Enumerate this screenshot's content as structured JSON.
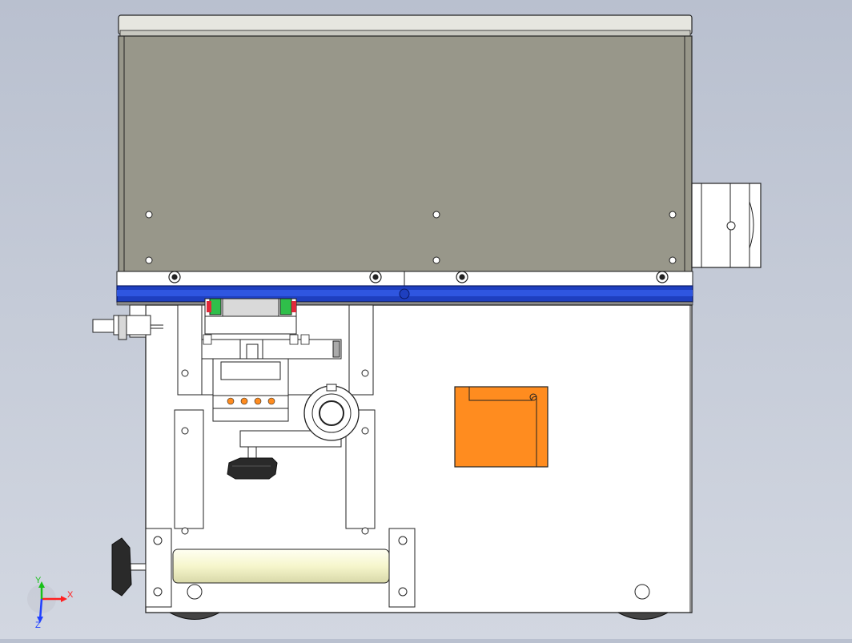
{
  "viewport": {
    "background_top": "#b9c0cf",
    "background_bottom": "#d2d7e1"
  },
  "colors": {
    "cover": "#98978a",
    "frame_white": "#ffffff",
    "rail_blue": "#1e3fbf",
    "orange_block": "#ff8c1f",
    "roller": "#fbfbdc",
    "black_knob": "#2a2a2a",
    "line": "#222222",
    "rail_green": "#2fbf4a",
    "rail_red": "#e0283a"
  },
  "triad": {
    "x_label": "X",
    "y_label": "Y",
    "z_label": "Z",
    "x_color": "#ff2020",
    "y_color": "#18c018",
    "z_color": "#2040ff"
  }
}
